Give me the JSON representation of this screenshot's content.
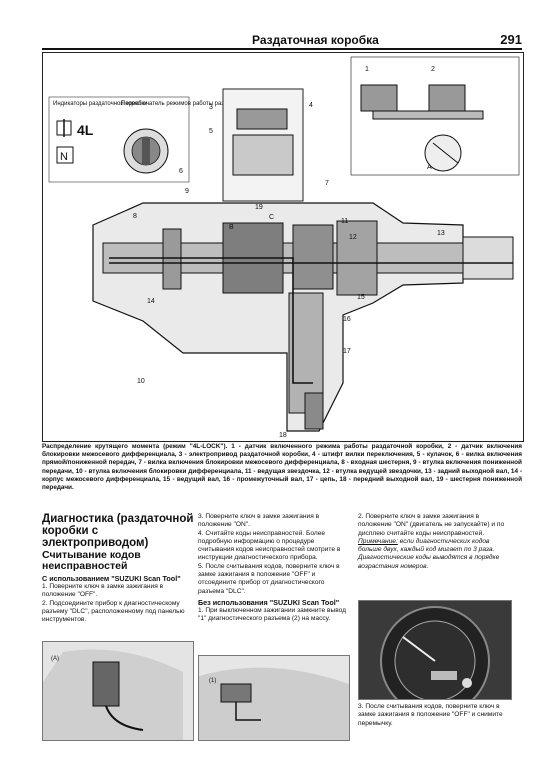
{
  "header": {
    "title": "Раздаточная коробка",
    "page_number": "291"
  },
  "figure": {
    "indicator_label": "Индикаторы раздаточной коробки",
    "indicator_4l": "4L",
    "indicator_n": "N",
    "switch_label": "Переключатель режимов работы раздаточной коробки",
    "callouts": [
      "1",
      "2",
      "3",
      "4",
      "5",
      "6",
      "7",
      "8",
      "9",
      "10",
      "11",
      "12",
      "13",
      "14",
      "15",
      "16",
      "17",
      "18",
      "19"
    ],
    "letter_a": "A",
    "letter_b": "B",
    "letter_c": "C"
  },
  "caption": {
    "text": "Распределение крутящего момента (режим \"4L-LOCK\"). 1 - датчик включенного режима работы раздаточной коробки, 2 - датчик включения блокировки межосевого дифференциала, 3 - электропривод раздаточной коробки, 4 - штифт вилки переключения, 5 - кулачок, 6 - вилка включения прямой/пониженной передач, 7 - вилка включения блокировки межосевого дифференциала, 8 - входная шестерня, 9 - втулка включения пониженной передачи, 10 - втулка включения блокировки дифференциала, 11 - ведущая звездочка, 12 - втулка ведущей звездочки, 13 - задний выходной вал, 14 - корпус межосевого дифференциала, 15 - ведущий вал, 16 - промежуточный вал, 17 - цепь, 18 - передний выходной вал, 19 - шестерня пониженной передачи."
  },
  "col1": {
    "heading": "Диагностика (раздаточной коробки с электроприводом)",
    "subheading": "Считывание кодов неисправностей",
    "with_label": "С использованием \"SUZUKI Scan Tool\"",
    "step1": "1. Поверните ключ в замке зажигания в положение \"OFF\".",
    "step2": "2. Подсоедините прибор к диагностическому разъему \"DLC\", расположенному под панелью инструментов.",
    "photo_label": "(A)"
  },
  "col2": {
    "step3": "3. Поверните ключ в замке зажигания в положение \"ON\".",
    "step4": "4. Считайте коды неисправностей. Более подробную информацию о процедуре считывания кодов неисправностей смотрите в инструкции диагностического прибора.",
    "step5": "5. После считывания кодов, поверните ключ в замке зажигания в положение \"OFF\" и отсоедините прибор от диагностического разъема \"DLC\".",
    "without_label": "Без использования \"SUZUKI Scan Tool\"",
    "step1": "1. При выключенном зажигании замкните вывод \"1\" диагностического разъема (2) на массу.",
    "photo_label": "(1)"
  },
  "col3": {
    "step2": "2. Поверните ключ в замке зажигания в положение \"ON\" (двигатель не запускайте) и по дисплею считайте коды неисправностей.",
    "note_label": "Примечание:",
    "note_text": "если диагностических кодов больше двух, каждый код мигает по 3 раза. Диагностические коды выводятся в порядке возрастания номеров.",
    "step3": "3. После считывания кодов, поверните ключ в замке зажигания в положение \"OFF\" и снимите перемычку."
  }
}
